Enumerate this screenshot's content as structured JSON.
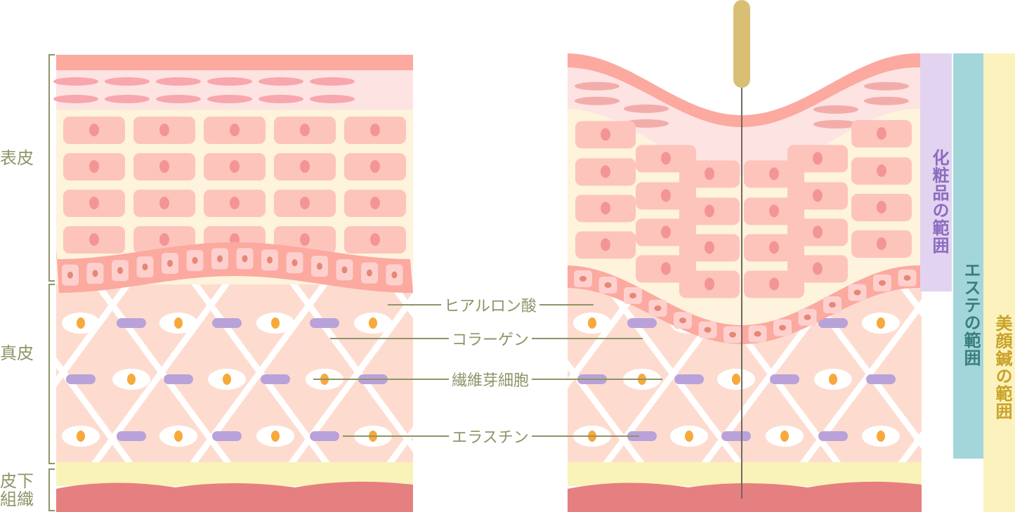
{
  "layers": {
    "epidermis": "表皮",
    "dermis": "真皮",
    "subcutis_line1": "皮下",
    "subcutis_line2": "組織"
  },
  "components": [
    {
      "label": "ヒアルロン酸"
    },
    {
      "label": "コラーゲン"
    },
    {
      "label": "繊維芽細胞"
    },
    {
      "label": "エラスチン"
    }
  ],
  "ranges": [
    {
      "label": "化粧品の範囲",
      "bg": "#e2d4f0",
      "color": "#8c6bbf"
    },
    {
      "label": "エステの範囲",
      "bg": "#a3d6da",
      "color": "#3a7d80"
    },
    {
      "label": "美顔鍼の範囲",
      "bg": "#fbf2be",
      "color": "#c9a227"
    }
  ],
  "colors": {
    "stratum_top": "#fca9a0",
    "granular": "#fde3e2",
    "spinous": "#fef3dc",
    "cell": "#fdc4bc",
    "nucleus": "#f49595",
    "basal": "#fca9a0",
    "dermis": "#fddccf",
    "fat": "#faf3b9",
    "muscle": "#e67f80",
    "needle": "#d8bf74",
    "fibroblast": "#b9a2d9",
    "hyaluronic": "#f7a93b",
    "line": "#8f9467"
  }
}
